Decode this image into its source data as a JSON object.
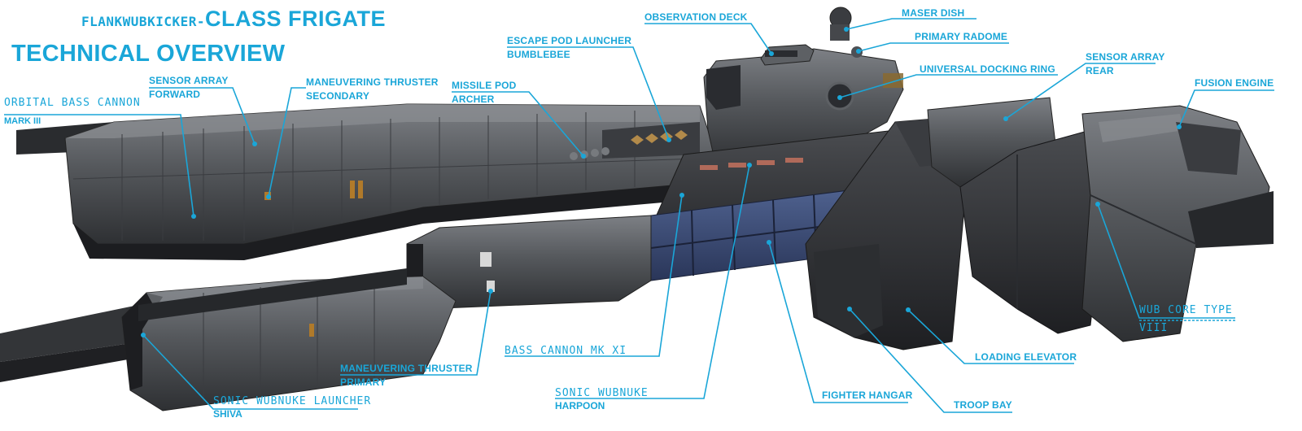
{
  "title": {
    "class_name": "FLANKWUBKICKER-",
    "class_suffix": "CLASS FRIGATE",
    "subtitle": "TECHNICAL OVERVIEW"
  },
  "colors": {
    "accent": "#1aa6d8",
    "hull": "#4a4c4f",
    "hull_dark": "#2c2e31",
    "hull_light": "#6e7176",
    "panel_blue": "#3c4d78",
    "background": "#ffffff"
  },
  "callouts": {
    "orbital_bass_cannon": {
      "line1": "ORBITAL BASS CANNON",
      "line2": "MARK III"
    },
    "sensor_array_forward": {
      "line1": "SENSOR ARRAY",
      "line2": "FORWARD"
    },
    "maneuvering_thruster_secondary": {
      "line1": "MANEUVERING THRUSTER",
      "line2": "SECONDARY"
    },
    "missile_pod": {
      "line1": "MISSILE POD",
      "line2": "ARCHER"
    },
    "escape_pod_launcher": {
      "line1": "ESCAPE POD LAUNCHER",
      "line2": "BUMBLEBEE"
    },
    "observation_deck": {
      "line1": "OBSERVATION DECK"
    },
    "maser_dish": {
      "line1": "MASER DISH"
    },
    "primary_radome": {
      "line1": "PRIMARY RADOME"
    },
    "universal_docking_ring": {
      "line1": "UNIVERSAL DOCKING RING"
    },
    "sensor_array_rear": {
      "line1": "SENSOR ARRAY",
      "line2": "REAR"
    },
    "fusion_engine": {
      "line1": "FUSION ENGINE"
    },
    "wub_core": {
      "line1": "WUB CORE TYPE",
      "line2": "VIII"
    },
    "loading_elevator": {
      "line1": "LOADING ELEVATOR"
    },
    "troop_bay": {
      "line1": "TROOP BAY"
    },
    "fighter_hangar": {
      "line1": "FIGHTER HANGAR"
    },
    "sonic_wubnuke_harpoon": {
      "line1": "SONIC WUBNUKE",
      "line2": "HARPOON"
    },
    "bass_cannon_mk": {
      "line1": "BASS CANNON MK XI"
    },
    "maneuvering_thruster_primary": {
      "line1": "MANEUVERING THRUSTER",
      "line2": "PRIMARY"
    },
    "sonic_wubnuke_launcher": {
      "line1": "SONIC WUBNUKE LAUNCHER",
      "line2": "SHIVA"
    }
  }
}
